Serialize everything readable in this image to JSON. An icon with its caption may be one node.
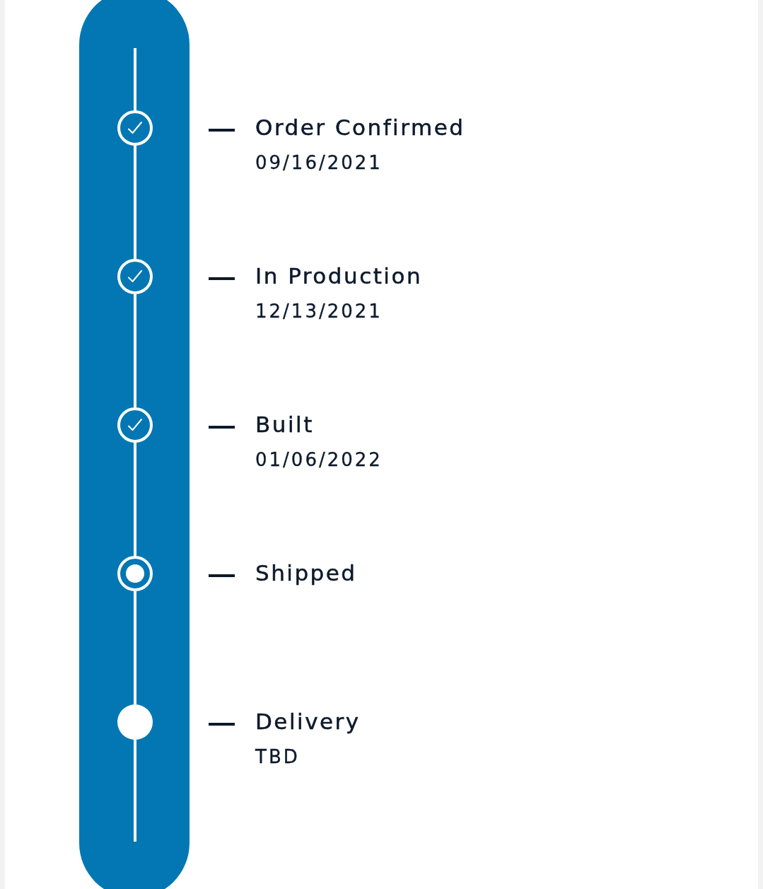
{
  "diagram": {
    "nodes": [
      {
        "text": [],
        "shape": "circle"
      },
      {
        "text": [],
        "shape": "circle"
      },
      {
        "text": [],
        "shape": "circle"
      },
      {
        "text": [],
        "shape": "circle"
      },
      {
        "text": [],
        "shape": "circle"
      }
    ],
    "edges": [
      {
        "from": null,
        "to": 0,
        "arrow": "none"
      },
      {
        "from": 0,
        "to": 1,
        "arrow": "none"
      },
      {
        "from": 1,
        "to": 2,
        "arrow": "none"
      },
      {
        "from": 2,
        "to": 3,
        "arrow": "none"
      },
      {
        "from": 3,
        "to": 4,
        "arrow": "none"
      },
      {
        "from": 4,
        "to": null,
        "arrow": "none"
      }
    ],
    "labels": [
      "Order Confirmed",
      "09/16/2021",
      "In Production",
      "12/13/2021",
      "Built",
      "01/06/2022",
      "Shipped",
      "Delivery",
      "TBD"
    ]
  }
}
